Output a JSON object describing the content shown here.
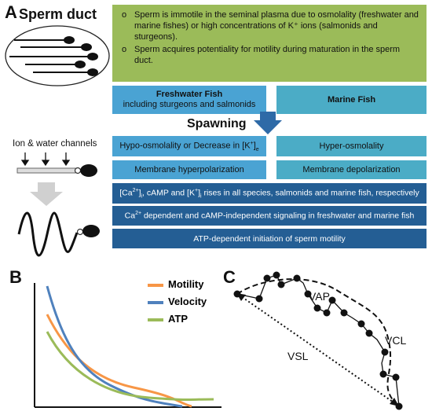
{
  "panel_a": {
    "letter": "A",
    "title": "Sperm duct",
    "info_bullets": [
      {
        "bullet": "o",
        "text": "Sperm is immotile in the seminal plasma due to osmolality (freshwater and marine fishes) or high concentrations of K⁺ ions (salmonids and sturgeons)."
      },
      {
        "bullet": "o",
        "text": "Sperm acquires potentiality for motility during maturation in the sperm duct."
      }
    ],
    "freshwater_title": "Freshwater Fish",
    "freshwater_sub": "including sturgeons and salmonids",
    "marine_title": "Marine Fish",
    "spawning": "Spawning",
    "ion_channels": "Ion & water channels",
    "freshwater_osmo_prefix": "Hypo-osmolality or Decrease in [K",
    "freshwater_osmo_sup": "+",
    "freshwater_osmo_suffix": "]",
    "freshwater_osmo_sub": "e",
    "marine_osmo": "Hyper-osmolality",
    "freshwater_membrane": "Membrane hyperpolarization",
    "marine_membrane": "Membrane depolarization",
    "ca_rises": {
      "p1": "[Ca",
      "p1_sup": "2+",
      "p2": "]",
      "p2_sub": "i",
      "p3": ", cAMP and [K",
      "p3_sup": "+",
      "p4": "]",
      "p4_sub": "i",
      "p5": " rises in all species, salmonids and marine fish, respectively"
    },
    "ca_signaling": {
      "p1": "Ca",
      "p1_sup": "2+",
      "p2": " dependent and cAMP-independent signaling in freshwater and marine fish"
    },
    "atp_initiation": "ATP-dependent initiation of sperm motility"
  },
  "panel_b": {
    "letter": "B",
    "legend": [
      {
        "name": "Motility",
        "color": "#f79646"
      },
      {
        "name": "Velocity",
        "color": "#4f81bd"
      },
      {
        "name": "ATP",
        "color": "#9bbb59"
      }
    ]
  },
  "panel_c": {
    "letter": "C",
    "labels": {
      "vap": "VAP",
      "vcl": "VCL",
      "vsl": "VSL"
    }
  },
  "colors": {
    "green_box": "#9bbb59",
    "light_blue": "#4aa3d3",
    "teal": "#4bacc6",
    "dark_blue": "#245e94",
    "arrow": "#2e6aa7"
  }
}
